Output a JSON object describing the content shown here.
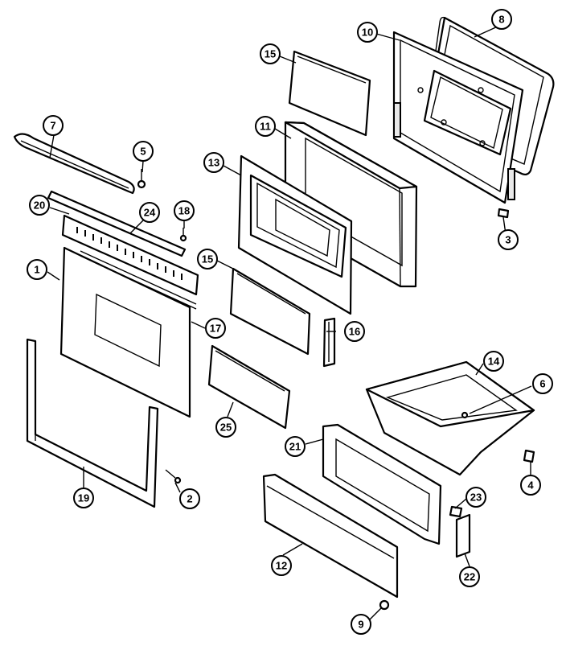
{
  "callouts": [
    {
      "id": "c1",
      "label": "1"
    },
    {
      "id": "c2",
      "label": "2"
    },
    {
      "id": "c3",
      "label": "3"
    },
    {
      "id": "c4",
      "label": "4"
    },
    {
      "id": "c5",
      "label": "5"
    },
    {
      "id": "c6",
      "label": "6"
    },
    {
      "id": "c7",
      "label": "7"
    },
    {
      "id": "c8",
      "label": "8"
    },
    {
      "id": "c9",
      "label": "9"
    },
    {
      "id": "c10",
      "label": "10"
    },
    {
      "id": "c11",
      "label": "11"
    },
    {
      "id": "c12",
      "label": "12"
    },
    {
      "id": "c13",
      "label": "13"
    },
    {
      "id": "c14",
      "label": "14"
    },
    {
      "id": "c15a",
      "label": "15"
    },
    {
      "id": "c15b",
      "label": "15"
    },
    {
      "id": "c16",
      "label": "16"
    },
    {
      "id": "c17",
      "label": "17"
    },
    {
      "id": "c18",
      "label": "18"
    },
    {
      "id": "c19",
      "label": "19"
    },
    {
      "id": "c20",
      "label": "20"
    },
    {
      "id": "c21",
      "label": "21"
    },
    {
      "id": "c22",
      "label": "22"
    },
    {
      "id": "c23",
      "label": "23"
    },
    {
      "id": "c24",
      "label": "24"
    },
    {
      "id": "c25",
      "label": "25"
    }
  ]
}
